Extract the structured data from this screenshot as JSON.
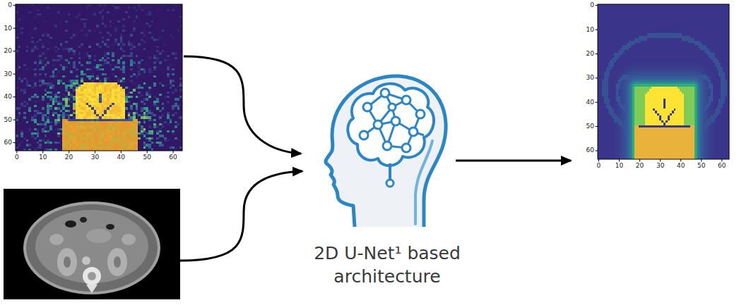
{
  "diagram": {
    "nodes": [
      {
        "text": [
          "2D U-Net¹ based architecture"
        ]
      }
    ],
    "labels": [
      "0",
      "10",
      "20",
      "30",
      "40",
      "50",
      "60",
      "0",
      "10",
      "20",
      "30",
      "40",
      "50",
      "60",
      "0",
      "10",
      "20",
      "30",
      "40",
      "50",
      "60",
      "0",
      "10",
      "20",
      "30",
      "40",
      "50",
      "60"
    ]
  }
}
